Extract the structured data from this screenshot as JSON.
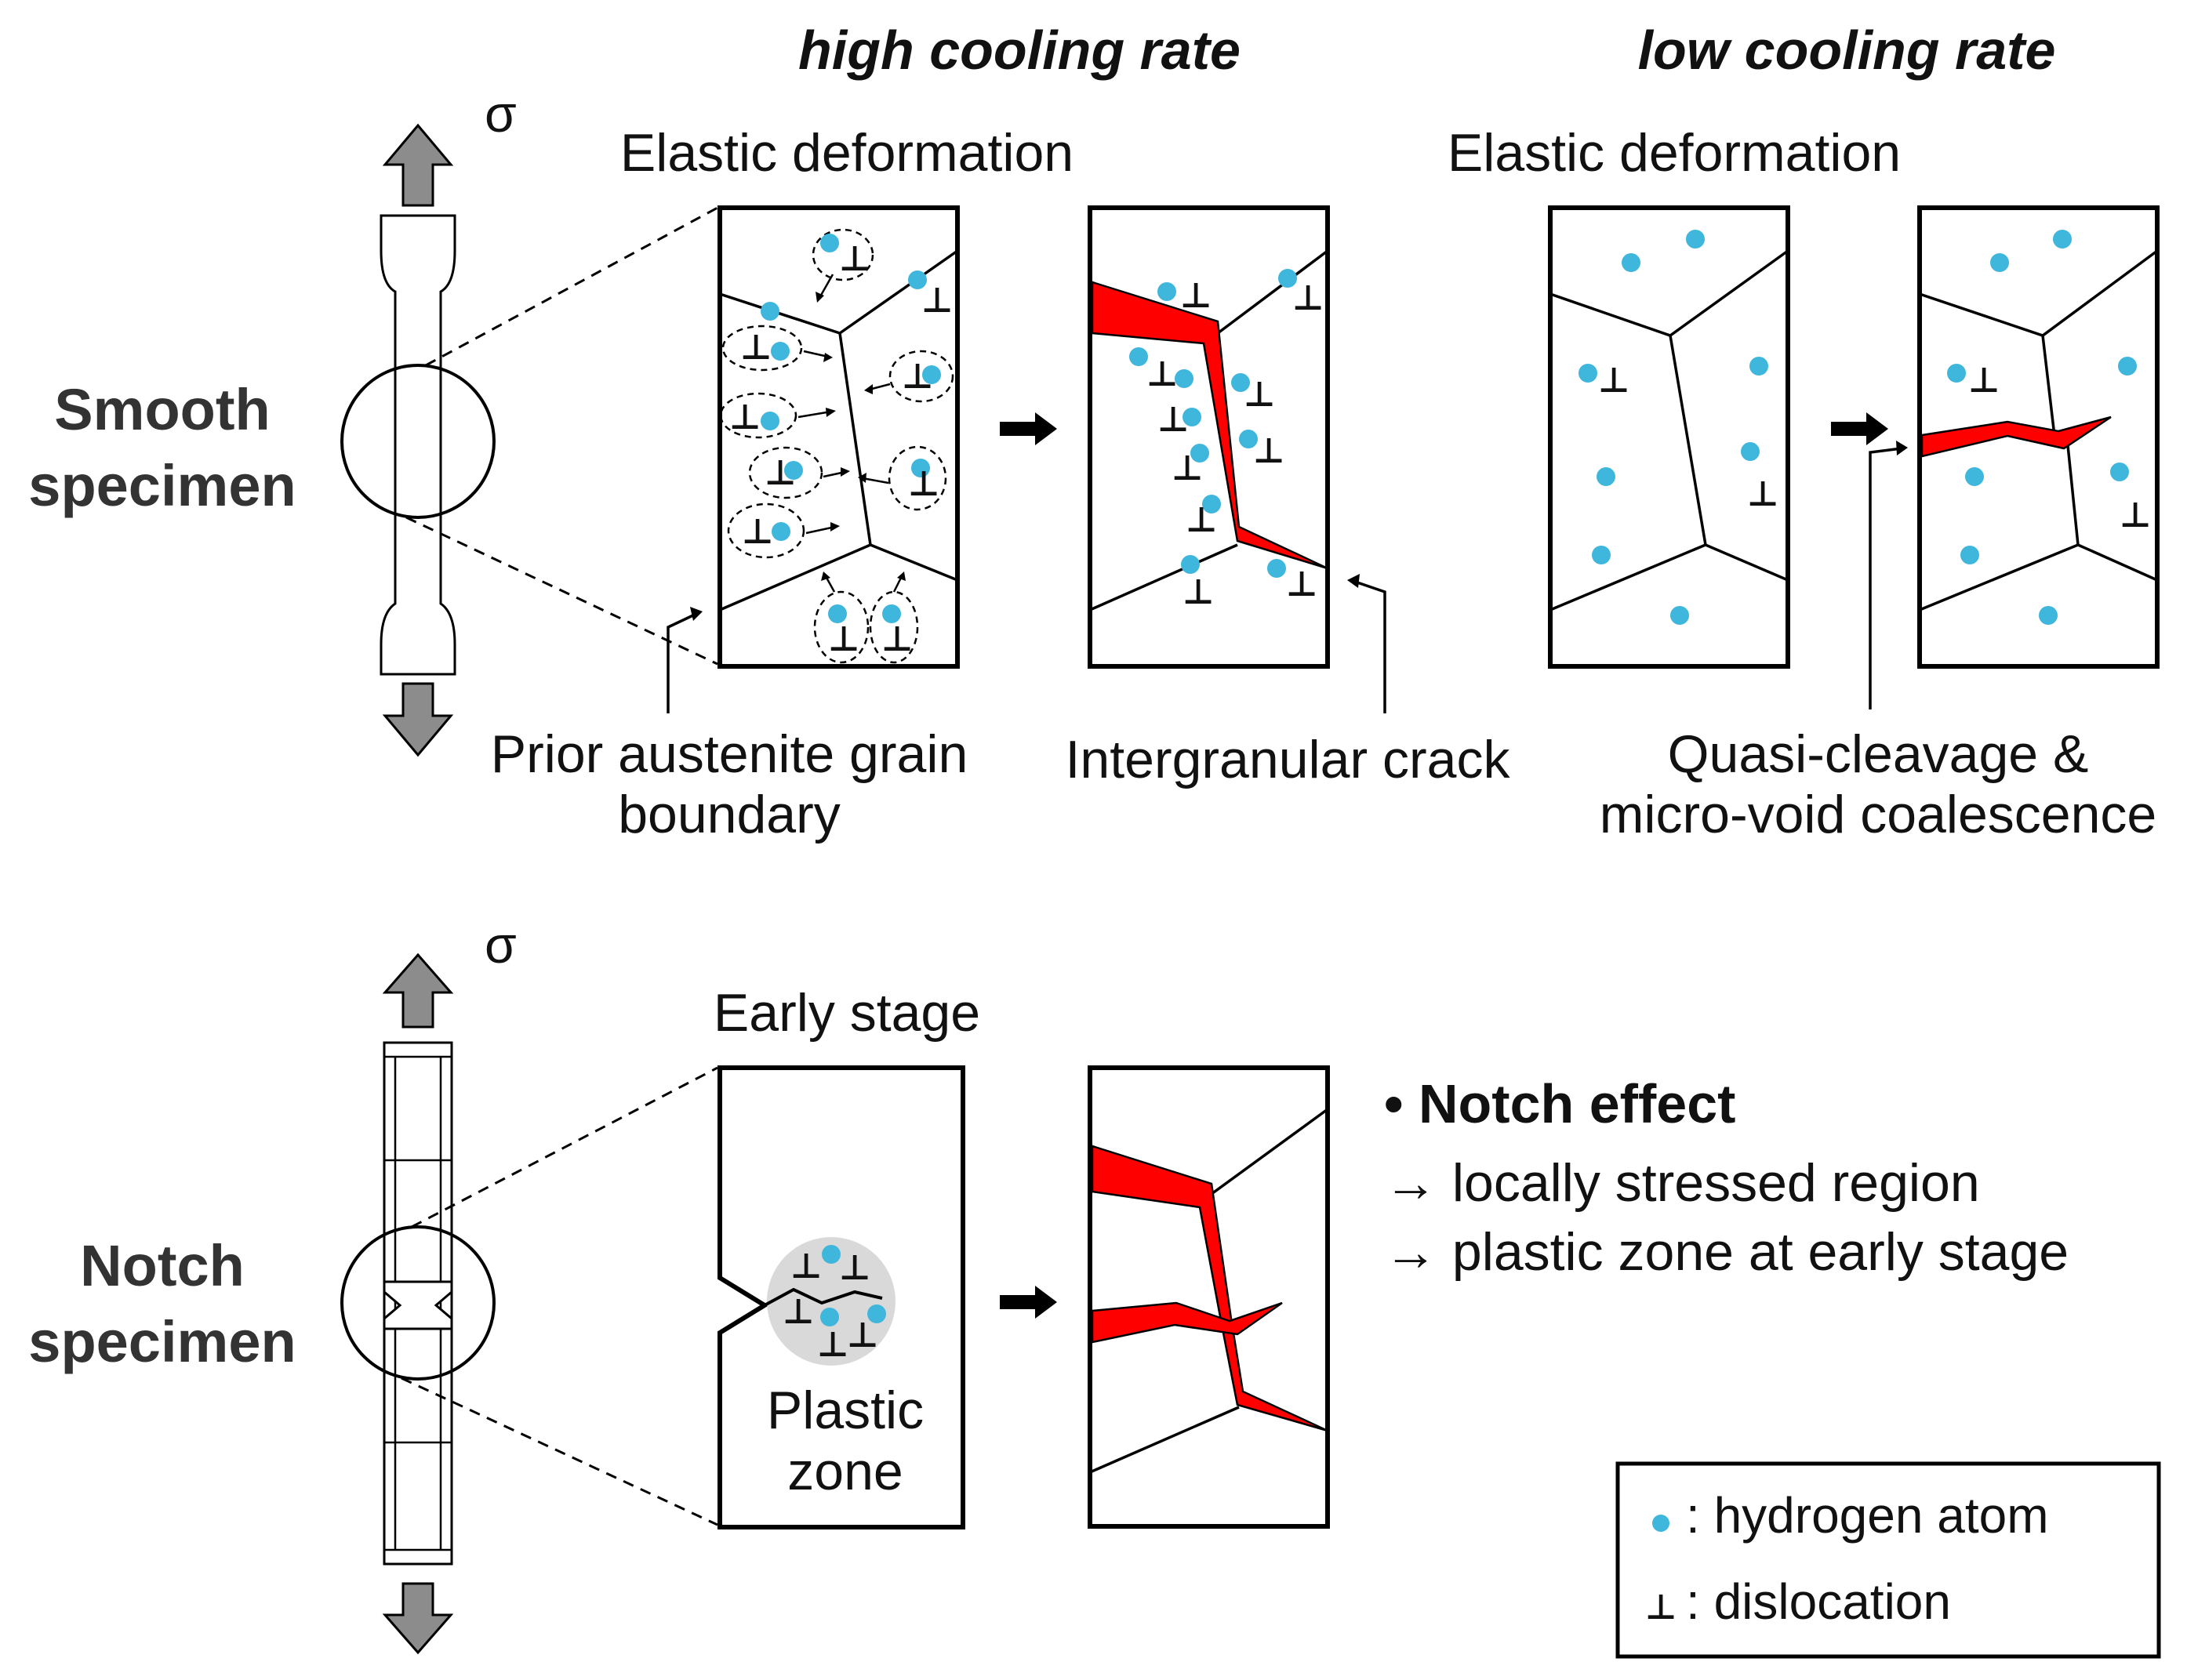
{
  "headers": {
    "high": "high cooling rate",
    "low": "low cooling rate"
  },
  "top_row": {
    "elastic_high": "Elastic deformation",
    "elastic_low": "Elastic deformation",
    "sigma": "σ",
    "specimen_line1": "Smooth",
    "specimen_line2": "specimen",
    "pagb_line1": "Prior austenite grain",
    "pagb_line2": "boundary",
    "intergranular": "Intergranular crack",
    "quasi_line1": "Quasi-cleavage &",
    "quasi_line2": "micro-void coalescence"
  },
  "bottom_row": {
    "sigma": "σ",
    "specimen_line1": "Notch",
    "specimen_line2": "specimen",
    "early_stage": "Early stage",
    "plastic_line1": "Plastic",
    "plastic_line2": "zone",
    "notch_title": "• Notch effect",
    "notch_item1": "→ locally stressed region",
    "notch_item2": "→ plastic zone at early stage"
  },
  "legend": {
    "hydrogen": ": hydrogen atom",
    "dislocation": ": dislocation",
    "dislocation_symbol": "⊥"
  },
  "colors": {
    "hydrogen": "#3fb6dc",
    "crack": "#ff0000",
    "plastic_zone": "#d9d9d9",
    "stress_arrow": "#8c8c8c"
  }
}
